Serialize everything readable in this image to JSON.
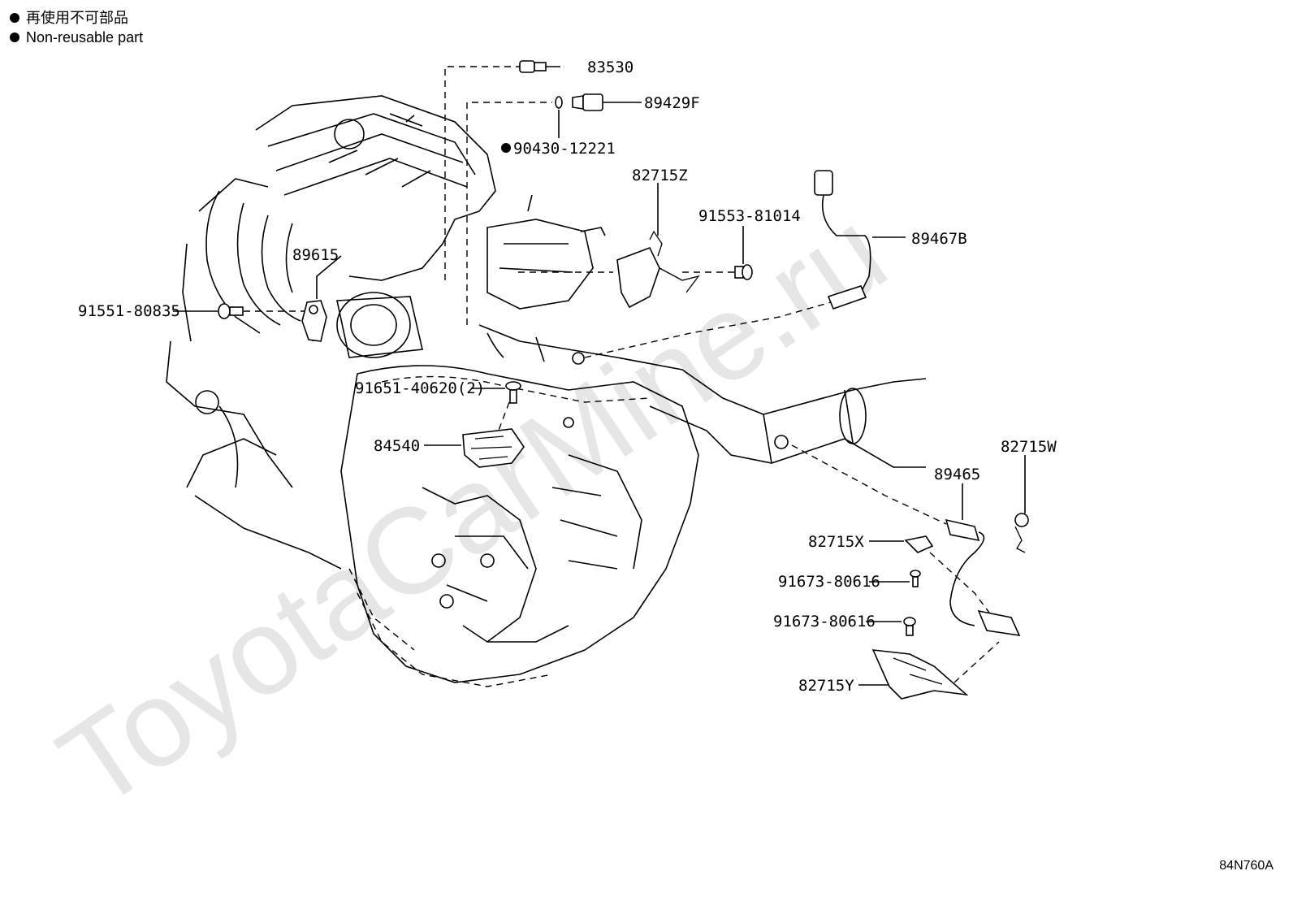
{
  "legend": {
    "line1": "再使用不可部品",
    "line2": "Non-reusable part"
  },
  "watermark": "ToyotaCarMine.ru",
  "parts": {
    "p83530": "83530",
    "p89429F": "89429F",
    "p90430": "90430-12221",
    "p82715Z": "82715Z",
    "p91553": "91553-81014",
    "p89467B": "89467B",
    "p89615": "89615",
    "p91551": "91551-80835",
    "p91651": "91651-40620(2)",
    "p84540": "84540",
    "p82715W": "82715W",
    "p89465": "89465",
    "p82715X": "82715X",
    "p91673a": "91673-80616",
    "p91673b": "91673-80616",
    "p82715Y": "82715Y"
  },
  "diagram_code": "84N760A"
}
